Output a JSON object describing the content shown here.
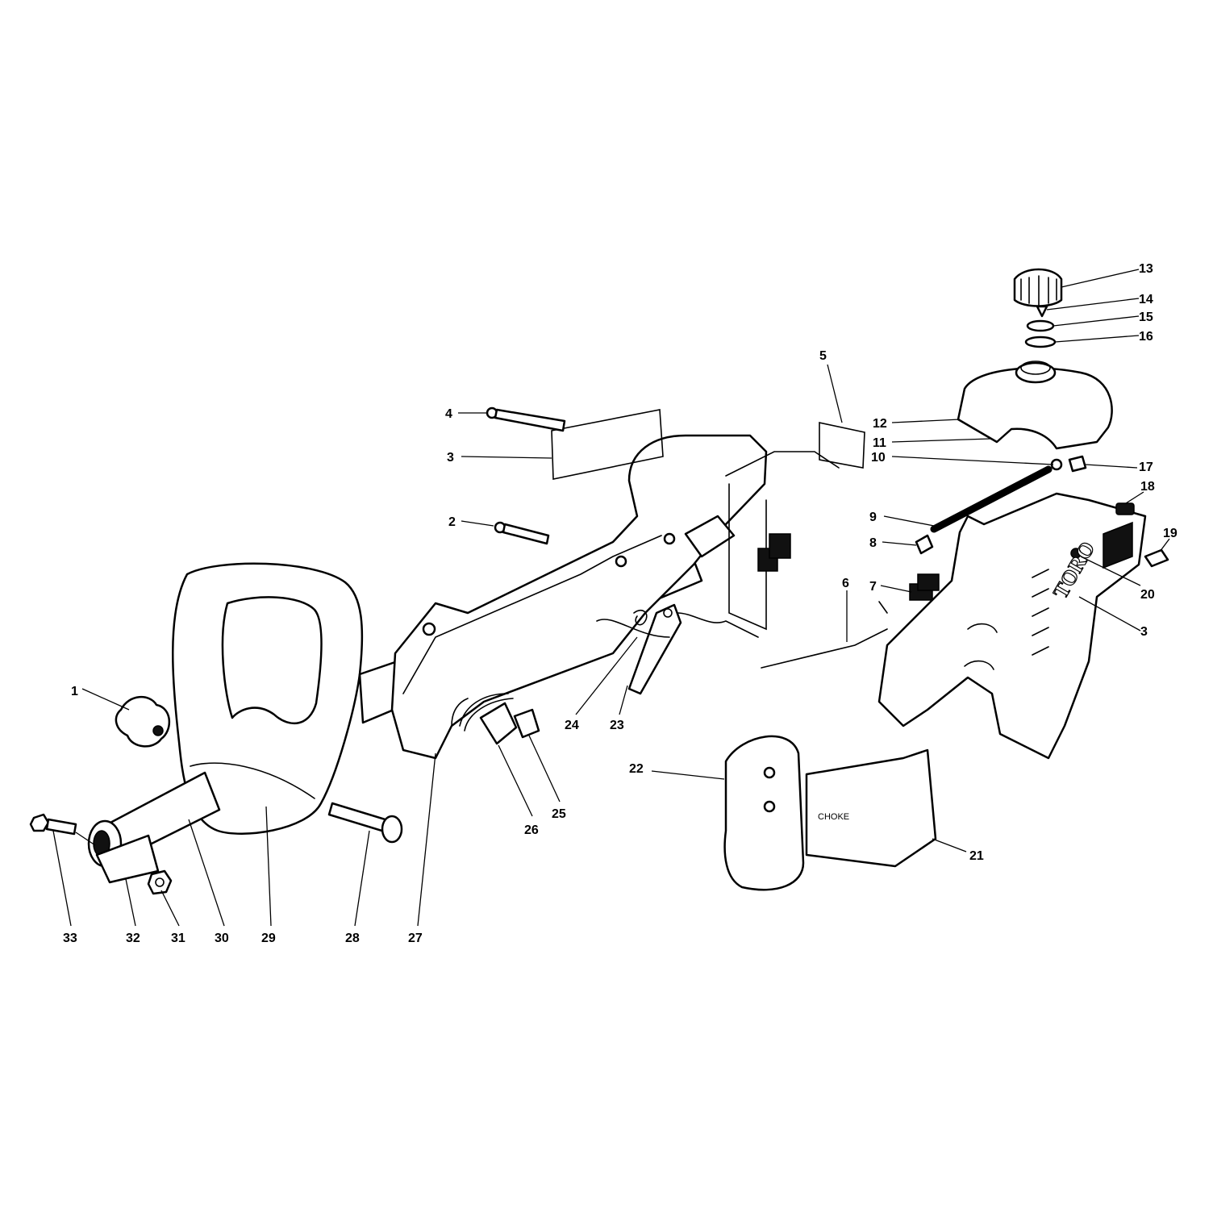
{
  "diagram": {
    "callouts": [
      "1",
      "2",
      "3",
      "4",
      "5",
      "6",
      "7",
      "8",
      "9",
      "10",
      "11",
      "12",
      "13",
      "14",
      "15",
      "16",
      "17",
      "18",
      "19",
      "20",
      "3",
      "21",
      "22",
      "23",
      "24",
      "25",
      "26",
      "27",
      "28",
      "29",
      "30",
      "31",
      "32",
      "33"
    ],
    "decals": {
      "choke": "CHOKE",
      "brand": "TORO"
    }
  }
}
